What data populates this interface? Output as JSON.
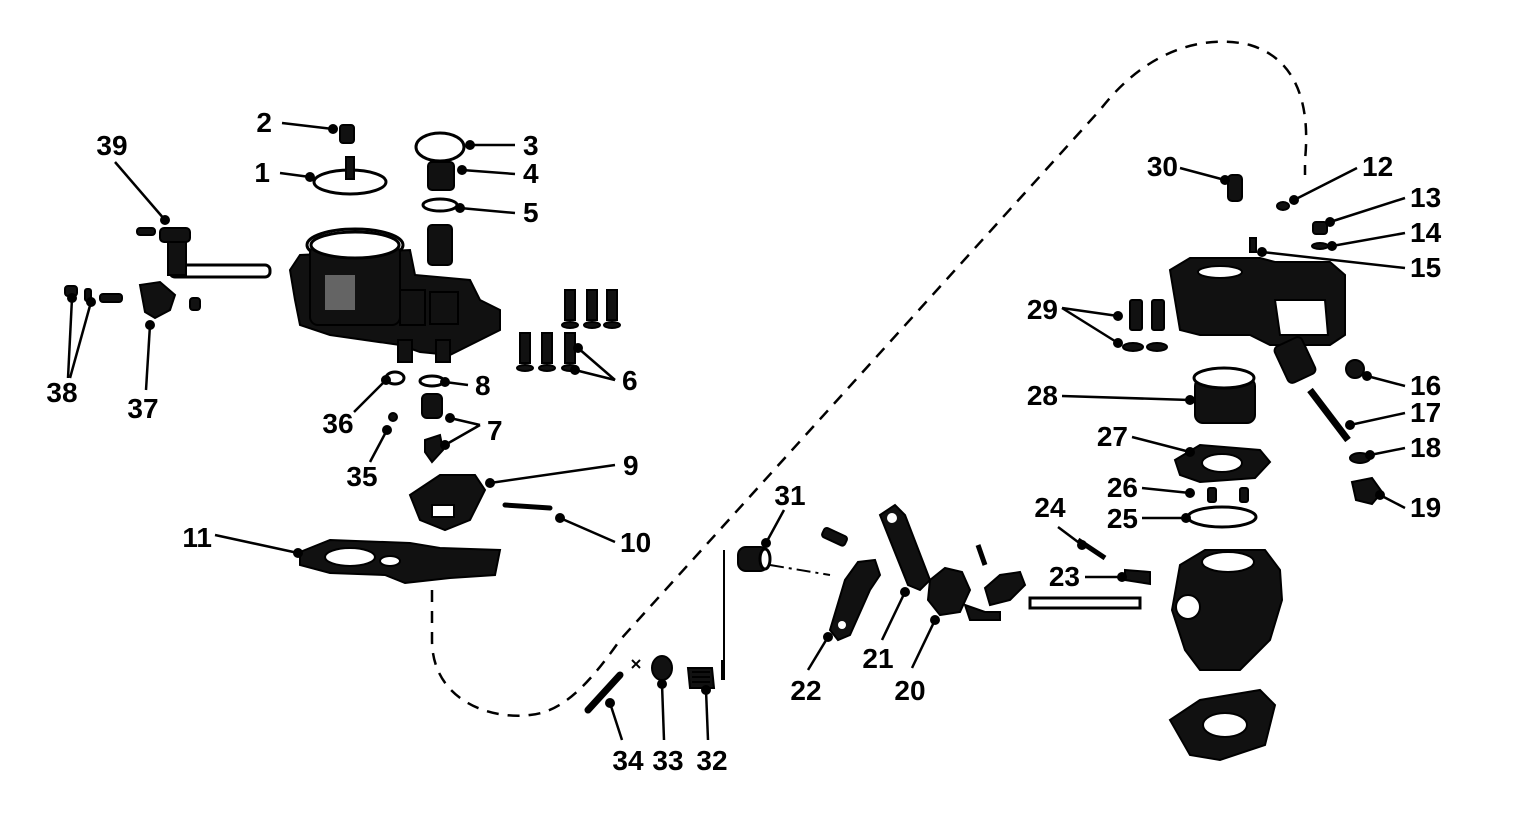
{
  "diagram": {
    "colors": {
      "ink": "#000000",
      "paper": "#ffffff"
    },
    "callouts": [
      {
        "id": "1",
        "label": "1"
      },
      {
        "id": "2",
        "label": "2"
      },
      {
        "id": "3",
        "label": "3"
      },
      {
        "id": "4",
        "label": "4"
      },
      {
        "id": "5",
        "label": "5"
      },
      {
        "id": "6",
        "label": "6"
      },
      {
        "id": "7",
        "label": "7"
      },
      {
        "id": "8",
        "label": "8"
      },
      {
        "id": "9",
        "label": "9"
      },
      {
        "id": "10",
        "label": "10"
      },
      {
        "id": "11",
        "label": "11"
      },
      {
        "id": "12",
        "label": "12"
      },
      {
        "id": "13",
        "label": "13"
      },
      {
        "id": "14",
        "label": "14"
      },
      {
        "id": "15",
        "label": "15"
      },
      {
        "id": "16",
        "label": "16"
      },
      {
        "id": "17",
        "label": "17"
      },
      {
        "id": "18",
        "label": "18"
      },
      {
        "id": "19",
        "label": "19"
      },
      {
        "id": "20",
        "label": "20"
      },
      {
        "id": "21",
        "label": "21"
      },
      {
        "id": "22",
        "label": "22"
      },
      {
        "id": "23",
        "label": "23"
      },
      {
        "id": "24",
        "label": "24"
      },
      {
        "id": "25",
        "label": "25"
      },
      {
        "id": "26",
        "label": "26"
      },
      {
        "id": "27",
        "label": "27"
      },
      {
        "id": "28",
        "label": "28"
      },
      {
        "id": "29",
        "label": "29"
      },
      {
        "id": "30",
        "label": "30"
      },
      {
        "id": "31",
        "label": "31"
      },
      {
        "id": "32",
        "label": "32"
      },
      {
        "id": "33",
        "label": "33"
      },
      {
        "id": "34",
        "label": "34"
      },
      {
        "id": "35",
        "label": "35"
      },
      {
        "id": "36",
        "label": "36"
      },
      {
        "id": "37",
        "label": "37"
      },
      {
        "id": "38",
        "label": "38"
      },
      {
        "id": "39",
        "label": "39"
      }
    ]
  }
}
